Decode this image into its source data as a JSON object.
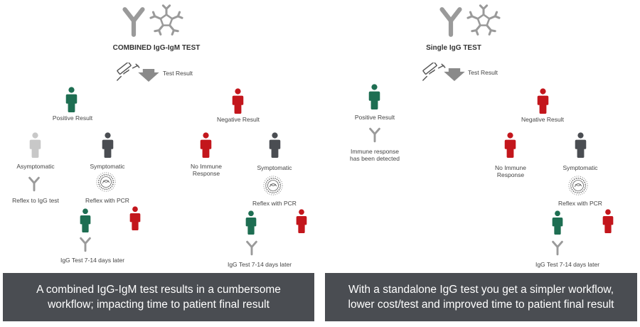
{
  "left": {
    "title": "COMBINED IgG-IgM TEST",
    "test_result": "Test Result",
    "positive": "Positive Result",
    "negative": "Negative Result",
    "asymptomatic": "Asymptomatic",
    "symptomatic_pos": "Symptomatic",
    "reflex_igg": "Reflex to IgG test",
    "reflex_pcr_pos": "Reflex with PCR",
    "igg_later_pos": "IgG Test 7-14 days later",
    "no_immune": "No Immune Response",
    "symptomatic_neg": "Symptomatic",
    "reflex_pcr_neg": "Reflex with PCR",
    "igg_later_neg": "IgG Test 7-14 days later",
    "banner": [
      "A combined IgG-IgM test results in a cumbersome",
      "workflow; impacting time to patient final result"
    ]
  },
  "right": {
    "title": "Single IgG TEST",
    "test_result": "Test Result",
    "positive": "Positive Result",
    "immune_detected": "Immune response has been detected",
    "negative": "Negative Result",
    "no_immune": "No Immune Response",
    "symptomatic": "Symptomatic",
    "reflex_pcr": "Reflex with PCR",
    "igg_later": "IgG Test 7-14 days later",
    "banner": [
      "With a standalone IgG test you get a simpler workflow,",
      "lower cost/test and improved time to patient final result"
    ]
  },
  "colors": {
    "green": "#1e6e52",
    "red": "#c3161c",
    "dark": "#4a4d52",
    "light": "#c8c8c8",
    "antibody": "#9a9a9a"
  }
}
